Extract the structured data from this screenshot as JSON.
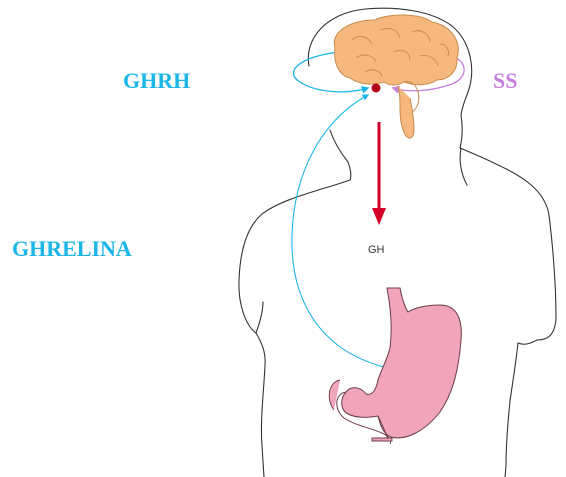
{
  "labels": {
    "ghrh": "GHRH",
    "ss": "SS",
    "ghrelina": "GHRELINA",
    "gh": "GH"
  },
  "colors": {
    "ghrh": "#1ab6e8",
    "ss": "#c67ddc",
    "ghrelina": "#1ab6e8",
    "brain": "#f5b97f",
    "stomach": "#f1a5bb",
    "gh_arrow": "#d4002a",
    "body_outline": "#333333"
  },
  "icons": {
    "brain": "brain-icon",
    "pituitary": "pituitary-gland-icon",
    "stomach": "stomach-icon"
  }
}
